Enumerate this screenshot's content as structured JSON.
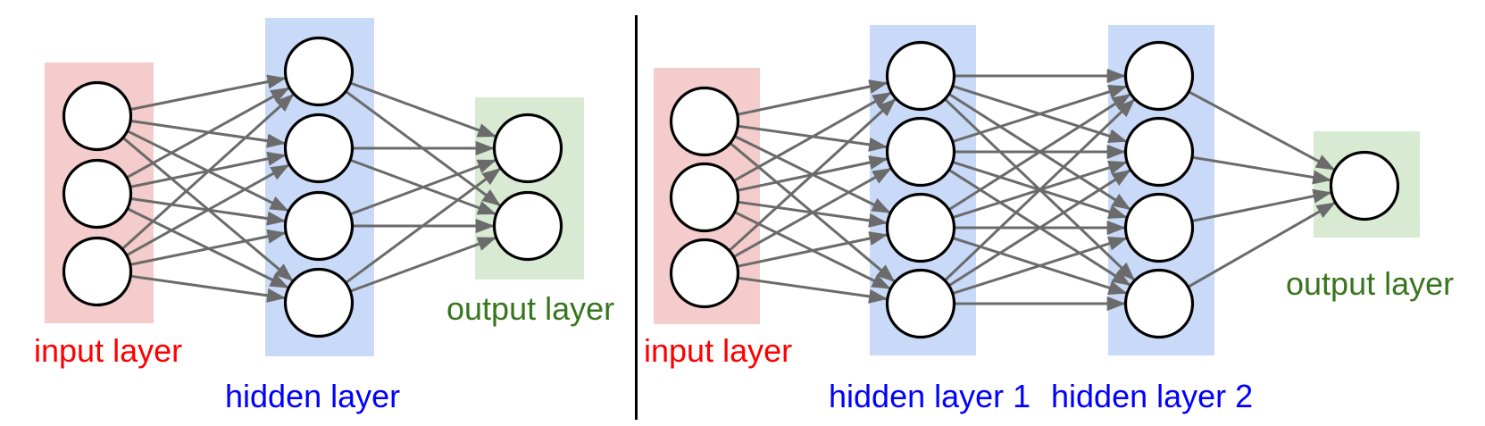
{
  "colors": {
    "input_box": "#f4cccc",
    "hidden_box": "#c9daf8",
    "output_box": "#d9ead3",
    "input_label": "#ff0000",
    "hidden_label": "#0000ff",
    "output_label": "#38761d",
    "edge": "#6b6b6b",
    "node_fill": "#ffffff",
    "node_stroke": "#000000",
    "divider": "#000000"
  },
  "diagrams": [
    {
      "name": "two-layer-network",
      "layers": [
        {
          "role": "input",
          "label": "input layer",
          "neurons": 3
        },
        {
          "role": "hidden",
          "label": "hidden layer",
          "neurons": 4
        },
        {
          "role": "output",
          "label": "output layer",
          "neurons": 2
        }
      ],
      "connectivity": "fully-connected"
    },
    {
      "name": "three-layer-network",
      "layers": [
        {
          "role": "input",
          "label": "input layer",
          "neurons": 3
        },
        {
          "role": "hidden",
          "label": "hidden layer 1",
          "neurons": 4
        },
        {
          "role": "hidden",
          "label": "hidden layer 2",
          "neurons": 4
        },
        {
          "role": "output",
          "label": "output layer",
          "neurons": 1
        }
      ],
      "connectivity": "fully-connected"
    }
  ]
}
